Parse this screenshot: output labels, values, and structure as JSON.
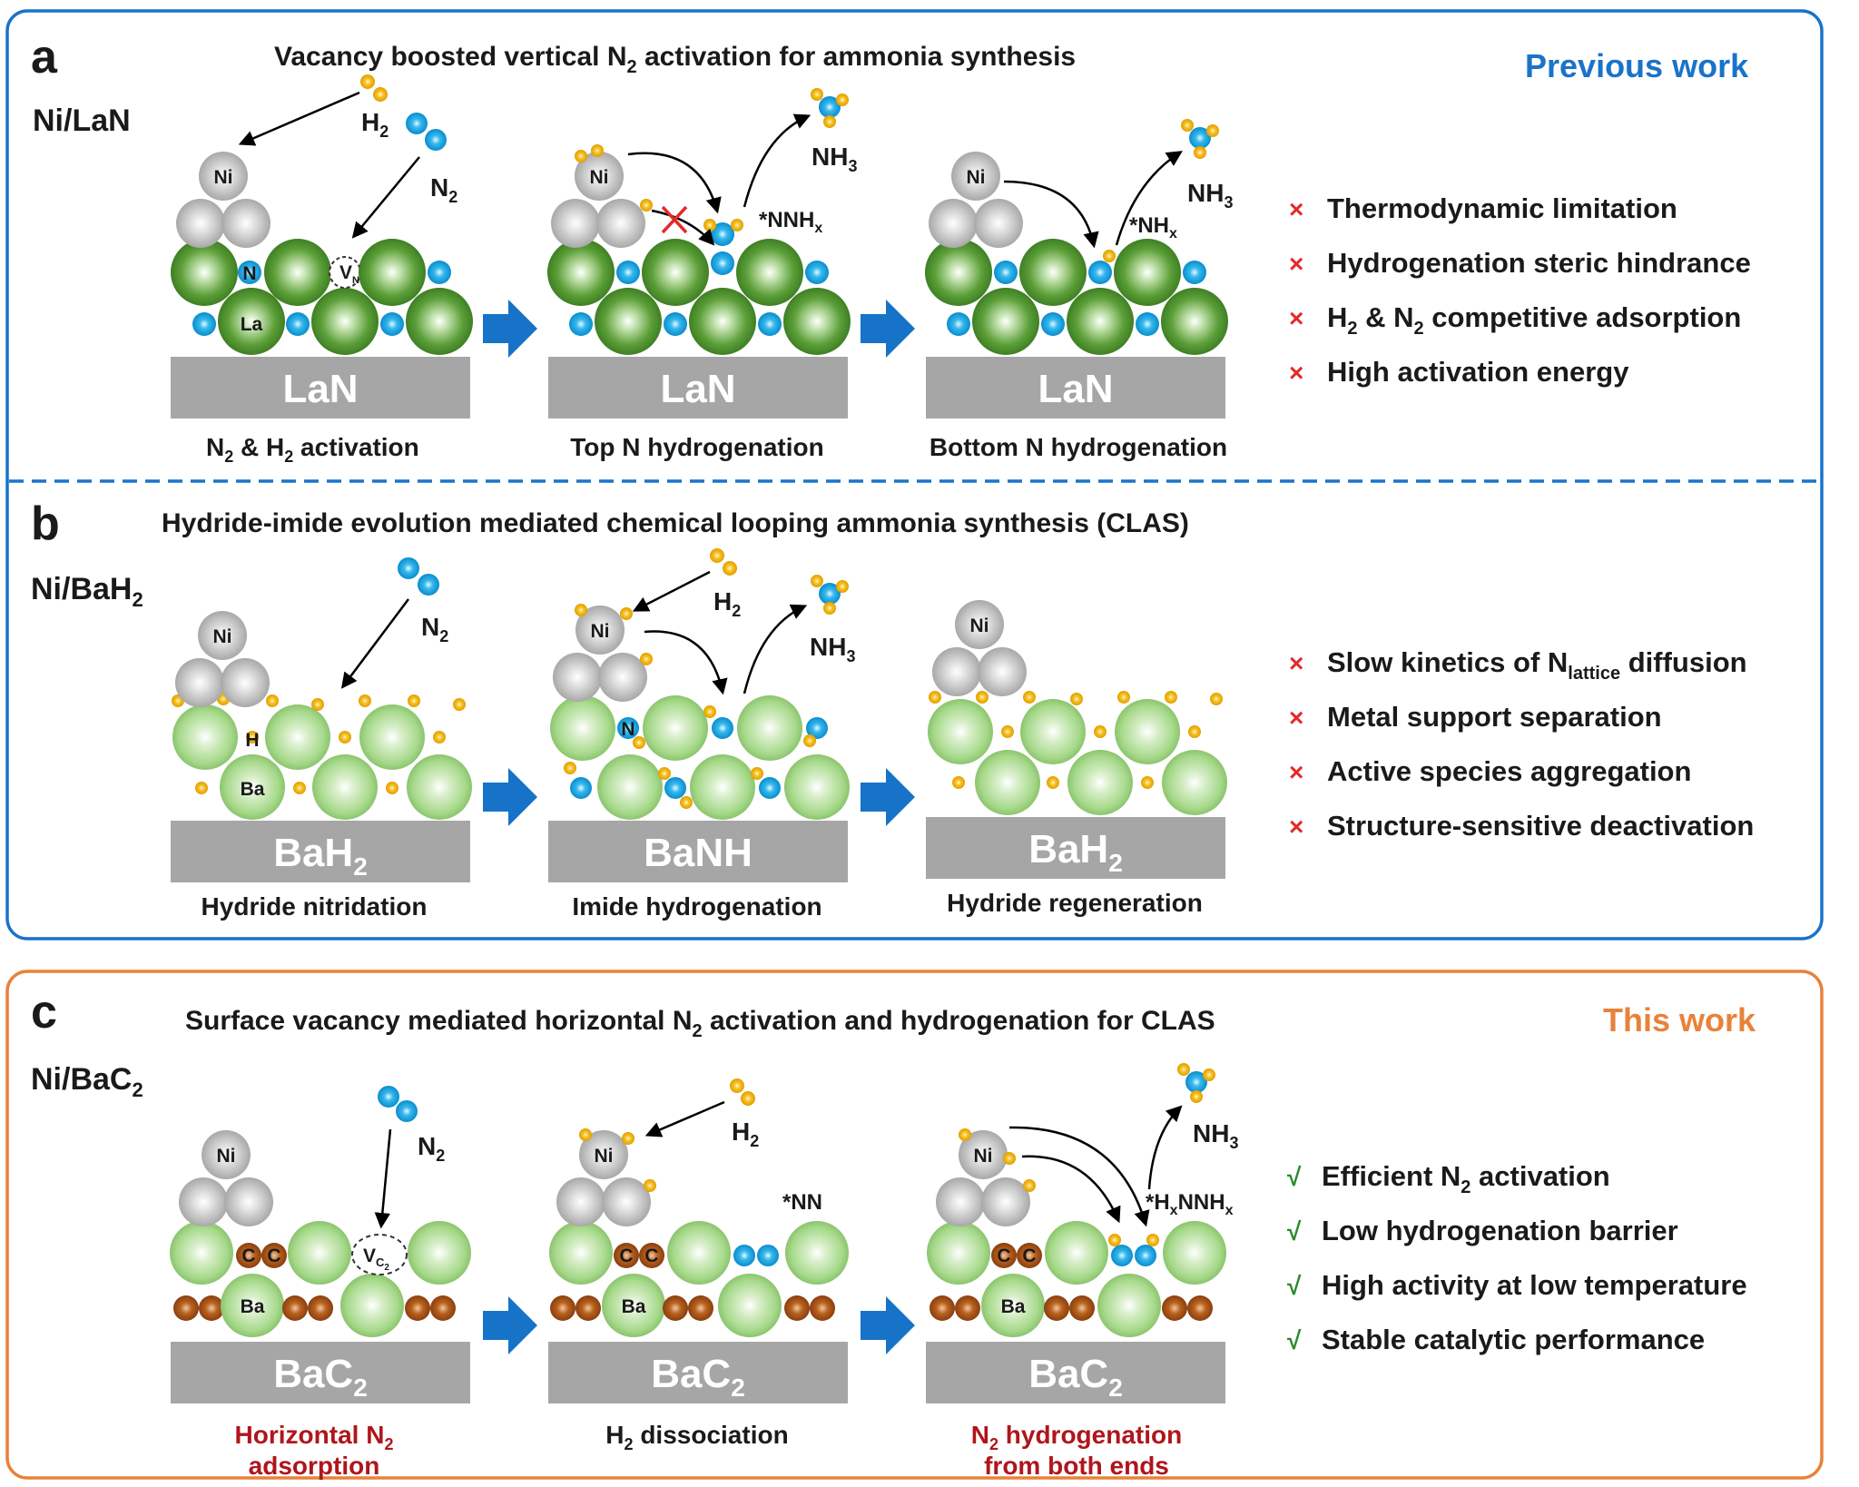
{
  "colors": {
    "blue_accent": "#1a73c9",
    "orange_accent": "#e8823a",
    "red_cross": "#e22b2b",
    "green_check": "#2a8a2a",
    "dark_red_text": "#b0151c",
    "la_green": "#5a9e36",
    "ba_green": "#a5d88a",
    "n_blue": "#1aa9e6",
    "h_yellow": "#f2b10d",
    "c_brown": "#a3501a",
    "ni_gray": "#b5b5b5",
    "support_gray": "#a6a6a6",
    "arrow_blue": "#1673c8"
  },
  "panel_a": {
    "letter": "a",
    "title": {
      "pre": "Vacancy boosted vertical N",
      "sub": "2",
      "post": " activation for ammonia synthesis"
    },
    "tag": "Previous work",
    "catalyst": "Ni/LaN",
    "support": "LaN",
    "atoms": {
      "ni": "Ni",
      "n": "N",
      "la": "La",
      "vac_main": "V",
      "vac_sub": "N"
    },
    "molecules": {
      "h2": "H",
      "h2_sub": "2",
      "n2": "N",
      "n2_sub": "2",
      "nh3": "NH",
      "nh3_sub": "3",
      "int1": "*NNH",
      "int1_sub": "x",
      "int2": "*NH",
      "int2_sub": "x"
    },
    "steps": [
      {
        "parts": [
          "N",
          "2",
          " & H",
          "2",
          " activation"
        ]
      },
      {
        "label": "Top N hydrogenation"
      },
      {
        "label": "Bottom N hydrogenation"
      }
    ],
    "drawbacks": [
      {
        "mark": "×",
        "text": "Thermodynamic limitation"
      },
      {
        "mark": "×",
        "text": "Hydrogenation steric hindrance"
      },
      {
        "mark": "×",
        "parts": [
          "H",
          "2",
          " & N",
          "2",
          " competitive adsorption"
        ]
      },
      {
        "mark": "×",
        "text": "High activation energy"
      }
    ]
  },
  "panel_b": {
    "letter": "b",
    "title": "Hydride-imide evolution mediated chemical looping ammonia synthesis (CLAS)",
    "catalyst": {
      "main": "Ni/BaH",
      "sub": "2"
    },
    "supports": [
      {
        "main": "BaH",
        "sub": "2"
      },
      {
        "main": "BaNH",
        "sub": ""
      },
      {
        "main": "BaH",
        "sub": "2"
      }
    ],
    "atoms": {
      "ni": "Ni",
      "h": "H",
      "ba": "Ba",
      "n": "N"
    },
    "molecules": {
      "h2": "H",
      "h2_sub": "2",
      "n2": "N",
      "n2_sub": "2",
      "nh3": "NH",
      "nh3_sub": "3"
    },
    "steps": [
      "Hydride nitridation",
      "Imide hydrogenation",
      "Hydride regeneration"
    ],
    "drawbacks": [
      {
        "mark": "×",
        "parts": [
          "Slow kinetics of N",
          "lattice",
          " diffusion"
        ]
      },
      {
        "mark": "×",
        "text": "Metal support separation"
      },
      {
        "mark": "×",
        "text": "Active species aggregation"
      },
      {
        "mark": "×",
        "text": "Structure-sensitive deactivation"
      }
    ]
  },
  "panel_c": {
    "letter": "c",
    "title": {
      "pre": "Surface vacancy mediated horizontal N",
      "sub": "2",
      "post": " activation and hydrogenation for CLAS"
    },
    "tag": "This work",
    "catalyst": {
      "main": "Ni/BaC",
      "sub": "2"
    },
    "support": {
      "main": "BaC",
      "sub": "2"
    },
    "atoms": {
      "ni": "Ni",
      "c": "C",
      "ba": "Ba",
      "vac_main": "V",
      "vac_sub": "C",
      "vac_subsub": "2"
    },
    "molecules": {
      "h2": "H",
      "h2_sub": "2",
      "n2": "N",
      "n2_sub": "2",
      "nh3": "NH",
      "nh3_sub": "3",
      "int1": "*NN",
      "int2_pre": "*H",
      "int2_sub": "x",
      "int2_post": "NNH",
      "int2_sub2": "x"
    },
    "steps": [
      {
        "line1": [
          "Horizontal N",
          "2"
        ],
        "line2": "adsorption"
      },
      {
        "parts": [
          "H",
          "2",
          " dissociation"
        ]
      },
      {
        "line1": [
          "N",
          "2",
          " hydrogenation"
        ],
        "line2": "from both ends"
      }
    ],
    "advantages": [
      {
        "mark": "√",
        "parts": [
          "Efficient N",
          "2",
          " activation"
        ]
      },
      {
        "mark": "√",
        "text": "Low hydrogenation barrier"
      },
      {
        "mark": "√",
        "text": "High activity at low temperature"
      },
      {
        "mark": "√",
        "text": "Stable catalytic performance"
      }
    ]
  }
}
